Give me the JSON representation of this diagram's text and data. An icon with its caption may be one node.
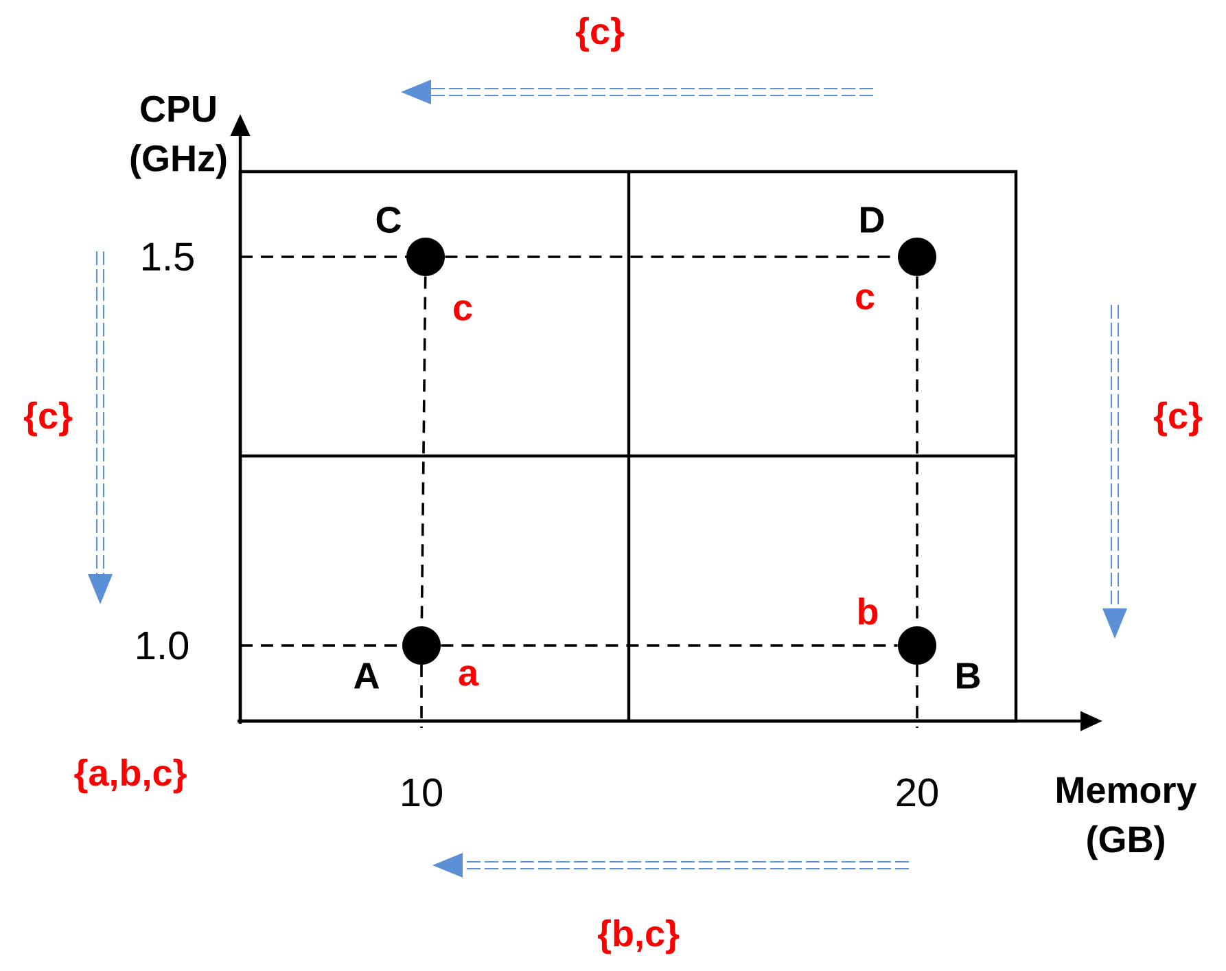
{
  "diagram": {
    "nodes": [
      {
        "text": [],
        "shape": "circle",
        "beside": [
          "C",
          "c"
        ]
      },
      {
        "text": [],
        "shape": "circle",
        "beside": [
          "D",
          "c"
        ]
      },
      {
        "text": [],
        "shape": "circle",
        "beside": [
          "A",
          "a"
        ]
      },
      {
        "text": [],
        "shape": "circle",
        "beside": [
          "B",
          "b"
        ]
      }
    ],
    "edges": [
      {
        "from": 0,
        "to": 1,
        "arrow": "none",
        "style": "dashed"
      },
      {
        "from": 2,
        "to": 3,
        "arrow": "none",
        "style": "dashed"
      },
      {
        "from": 0,
        "to": 2,
        "arrow": "none",
        "style": "dashed"
      },
      {
        "from": 1,
        "to": 3,
        "arrow": "none",
        "style": "dashed"
      }
    ],
    "labels": [
      "{c}",
      "CPU (GHz)",
      "1.5",
      "{c}",
      "{c}",
      "1.0",
      "{a,b,c}",
      "10",
      "20",
      "Memory (GB)",
      "{b,c}"
    ]
  }
}
